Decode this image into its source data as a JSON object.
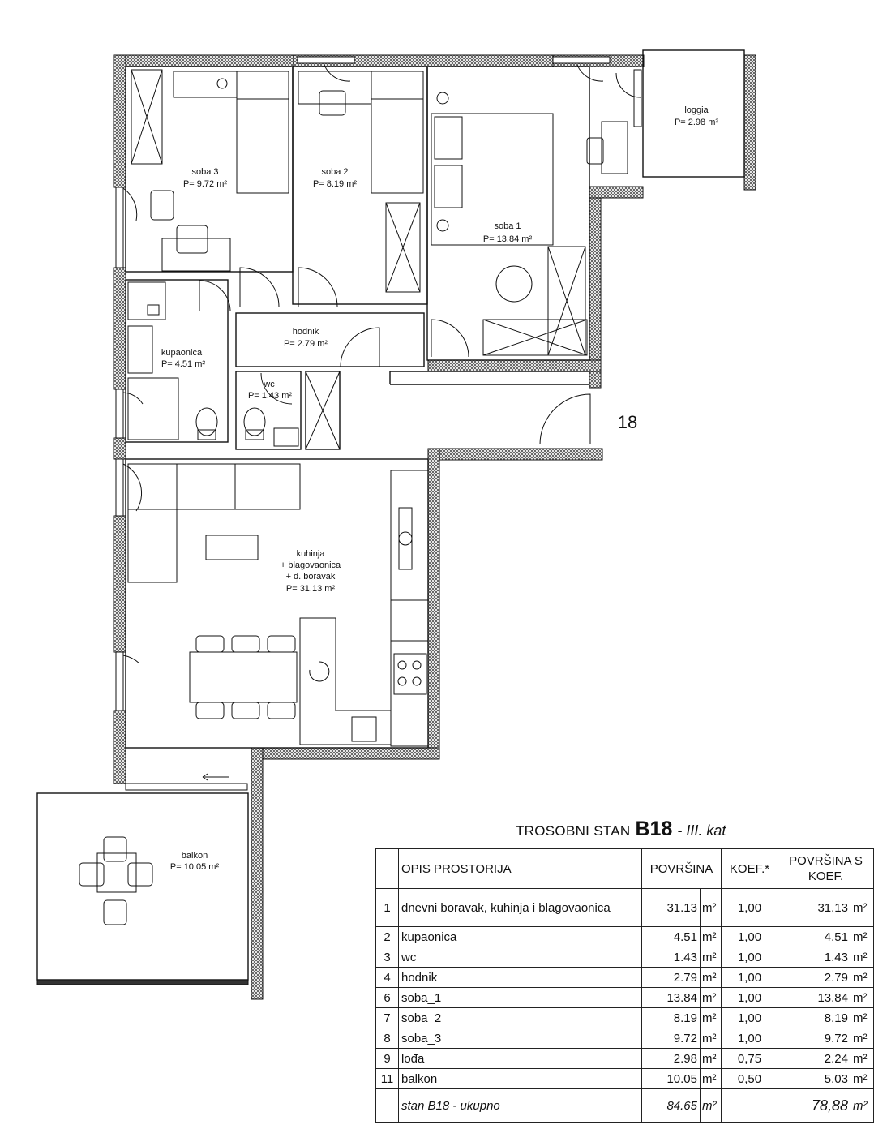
{
  "plan": {
    "apartment_number": "18",
    "rooms": [
      {
        "id": "soba-3",
        "name": "soba 3",
        "area": "P= 9.72 m²"
      },
      {
        "id": "soba-2",
        "name": "soba 2",
        "area": "P= 8.19 m²"
      },
      {
        "id": "soba-1",
        "name": "soba 1",
        "area": "P= 13.84 m²"
      },
      {
        "id": "loggia",
        "name": "loggia",
        "area": "P= 2.98 m²"
      },
      {
        "id": "hodnik",
        "name": "hodnik",
        "area": "P= 2.79 m²"
      },
      {
        "id": "kupaonica",
        "name": "kupaonica",
        "area": "P= 4.51 m²"
      },
      {
        "id": "wc",
        "name": "wc",
        "area": "P= 1.43 m²"
      },
      {
        "id": "kuhinja",
        "name_lines": [
          "kuhinja",
          "+ blagovaonica",
          "+ d. boravak"
        ],
        "area": "P= 31.13 m²"
      },
      {
        "id": "balkon",
        "name": "balkon",
        "area": "P= 10.05 m²"
      }
    ]
  },
  "title": {
    "prefix": "TROSOBNI STAN",
    "code": "B18",
    "floor": "- III. kat"
  },
  "table": {
    "headers": {
      "opis": "OPIS PROSTORIJA",
      "povrsina": "POVRŠINA",
      "koef": "KOEF.*",
      "povrsina_koef": "POVRŠINA S KOEF."
    },
    "unit": "m²",
    "rows": [
      {
        "no": "1",
        "name": "dnevni boravak, kuhinja i blagovaonica",
        "area": "31.13",
        "koef": "1,00",
        "area_koef": "31.13"
      },
      {
        "no": "2",
        "name": "kupaonica",
        "area": "4.51",
        "koef": "1,00",
        "area_koef": "4.51"
      },
      {
        "no": "3",
        "name": "wc",
        "area": "1.43",
        "koef": "1,00",
        "area_koef": "1.43"
      },
      {
        "no": "4",
        "name": "hodnik",
        "area": "2.79",
        "koef": "1,00",
        "area_koef": "2.79"
      },
      {
        "no": "6",
        "name": "soba_1",
        "area": "13.84",
        "koef": "1,00",
        "area_koef": "13.84"
      },
      {
        "no": "7",
        "name": "soba_2",
        "area": "8.19",
        "koef": "1,00",
        "area_koef": "8.19"
      },
      {
        "no": "8",
        "name": "soba_3",
        "area": "9.72",
        "koef": "1,00",
        "area_koef": "9.72"
      },
      {
        "no": "9",
        "name": "lođa",
        "area": "2.98",
        "koef": "0,75",
        "area_koef": "2.24"
      },
      {
        "no": "11",
        "name": "balkon",
        "area": "10.05",
        "koef": "0,50",
        "area_koef": "5.03"
      }
    ],
    "total": {
      "name": "stan B18 - ukupno",
      "area": "84.65",
      "area_koef": "78,88"
    }
  }
}
